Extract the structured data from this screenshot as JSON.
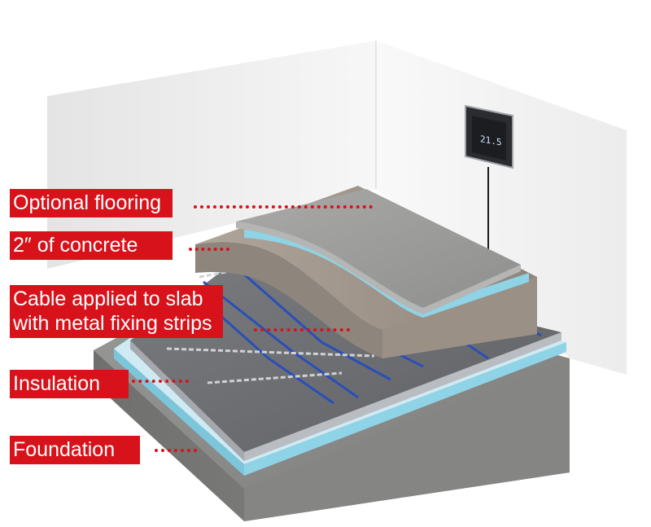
{
  "diagram": {
    "thermostat": {
      "display": "21.5"
    },
    "labels": [
      {
        "lines": [
          "Optional flooring"
        ]
      },
      {
        "lines": [
          "2″ of concrete"
        ]
      },
      {
        "lines": [
          "Cable applied to slab",
          "with metal fixing strips"
        ]
      },
      {
        "lines": [
          "Insulation"
        ]
      },
      {
        "lines": [
          "Foundation"
        ]
      }
    ],
    "colors": {
      "label_background": "#d7121b",
      "label_text": "#ffffff",
      "leader_dots": "#d7121b",
      "insulation_blue": "#8fd3e6",
      "heating_cable": "#2a4fb8",
      "concrete": "#a49d95",
      "flooring": "#9c9c9a",
      "foundation": "#8f8f8d",
      "wall": "#f2f2f2"
    }
  }
}
